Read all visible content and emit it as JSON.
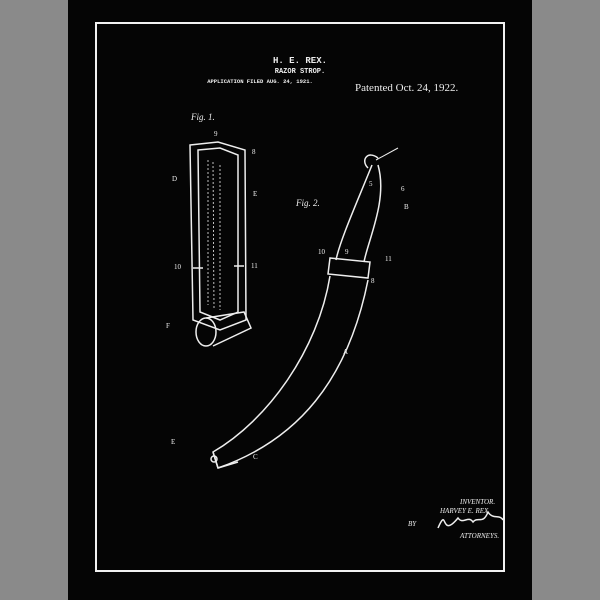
{
  "header": {
    "inventor_name": "H. E. REX.",
    "title": "RAZOR STROP.",
    "application": "APPLICATION FILED AUG. 24, 1921.",
    "patented": "Patented Oct. 24, 1922."
  },
  "figures": {
    "fig1": {
      "label": "Fig. 1.",
      "parts": [
        "9",
        "8",
        "D",
        "E",
        "10",
        "11",
        "F"
      ]
    },
    "fig2": {
      "label": "Fig. 2.",
      "parts": [
        "5",
        "6",
        "B",
        "10",
        "9",
        "11",
        "8",
        "A",
        "E",
        "C"
      ]
    }
  },
  "signature": {
    "inventor_label": "INVENTOR.",
    "inventor": "HARVEY E. REX",
    "by": "BY",
    "attorneys": "ATTORNEYS."
  },
  "colors": {
    "background": "#050505",
    "line": "#f2f2f2",
    "margin": "#8a8a8a"
  }
}
